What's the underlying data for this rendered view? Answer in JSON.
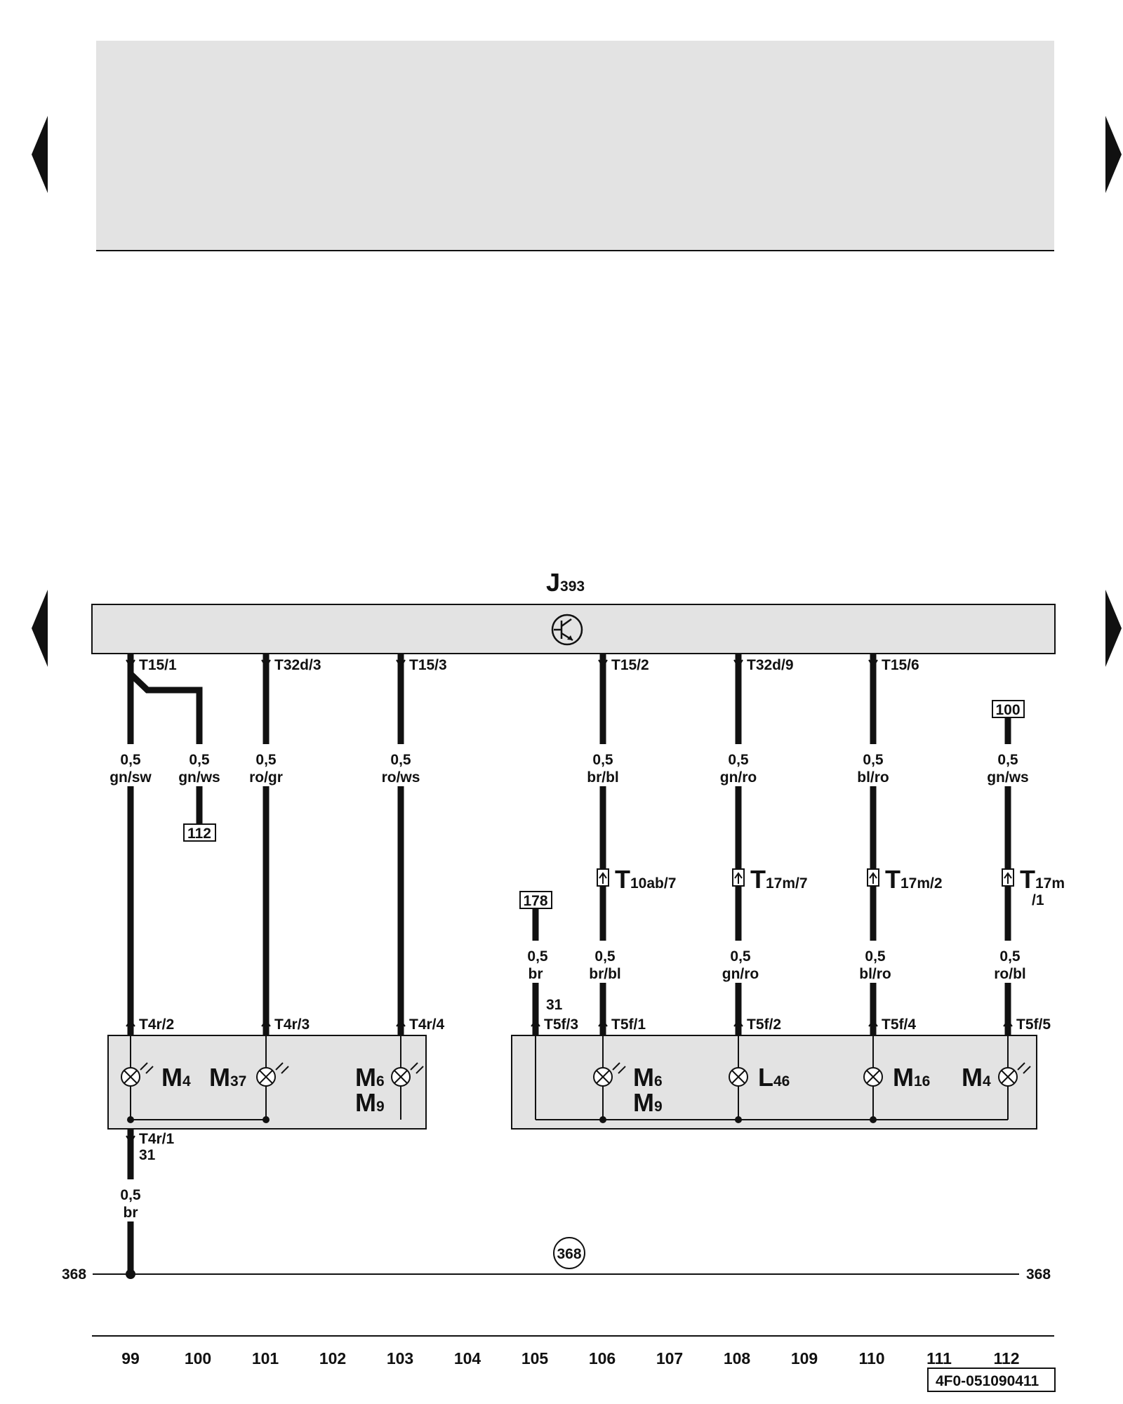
{
  "nav": {
    "prev_icon": "triangle-left",
    "next_icon": "triangle-right"
  },
  "colors": {
    "panel": "#e3e3e3",
    "wire": "#111111",
    "background": "#ffffff"
  },
  "component_main": {
    "letter": "J",
    "sub": "393",
    "symbol_icon": "transistor-icon"
  },
  "wires": [
    {
      "pin": "T15/1",
      "cross": "0,5",
      "color": "gn/sw"
    },
    {
      "cross": "0,5",
      "color": "gn/ws",
      "ref": "112"
    },
    {
      "pin": "T32d/3",
      "cross": "0,5",
      "color": "ro/gr"
    },
    {
      "pin": "T15/3",
      "cross": "0,5",
      "color": "ro/ws"
    },
    {
      "pin": "T15/2",
      "cross": "0,5",
      "color": "br/bl",
      "conn_main": "T",
      "conn_sub": "10ab/7",
      "cross2": "0,5",
      "color2": "br/bl"
    },
    {
      "pin": "T32d/9",
      "cross": "0,5",
      "color": "gn/ro",
      "conn_main": "T",
      "conn_sub": "17m/7",
      "cross2": "0,5",
      "color2": "gn/ro"
    },
    {
      "pin": "T15/6",
      "cross": "0,5",
      "color": "bl/ro",
      "conn_main": "T",
      "conn_sub": "17m/2",
      "cross2": "0,5",
      "color2": "bl/ro"
    },
    {
      "ref": "100",
      "cross": "0,5",
      "color": "gn/ws",
      "conn_main": "T",
      "conn_sub": "17m",
      "conn_sub2": "/1",
      "cross2": "0,5",
      "color2": "ro/bl"
    },
    {
      "ref": "178",
      "cross": "0,5",
      "color": "br",
      "terminal": "31"
    }
  ],
  "left_unit": {
    "pins": [
      "T4r/2",
      "T4r/3",
      "T4r/4"
    ],
    "lamps": [
      {
        "letter": "M",
        "sub": "4"
      },
      {
        "letter": "M",
        "sub": "37"
      },
      {
        "letter": "M",
        "sub": "6",
        "letter2": "M",
        "sub2": "9"
      }
    ],
    "ground_pin": "T4r/1",
    "ground_terminal": "31",
    "ground_cross": "0,5",
    "ground_color": "br"
  },
  "right_unit": {
    "pins": [
      "T5f/3",
      "T5f/1",
      "T5f/2",
      "T5f/4",
      "T5f/5"
    ],
    "lamps": [
      {
        "letter": "M",
        "sub": "6",
        "letter2": "M",
        "sub2": "9"
      },
      {
        "letter": "L",
        "sub": "46"
      },
      {
        "letter": "M",
        "sub": "16"
      },
      {
        "letter": "M",
        "sub": "4"
      }
    ]
  },
  "ground": {
    "label_left": "368",
    "label_right": "368",
    "circle": "368"
  },
  "columns": [
    "99",
    "100",
    "101",
    "102",
    "103",
    "104",
    "105",
    "106",
    "107",
    "108",
    "109",
    "110",
    "111",
    "112"
  ],
  "doc_id": "4F0-051090411"
}
